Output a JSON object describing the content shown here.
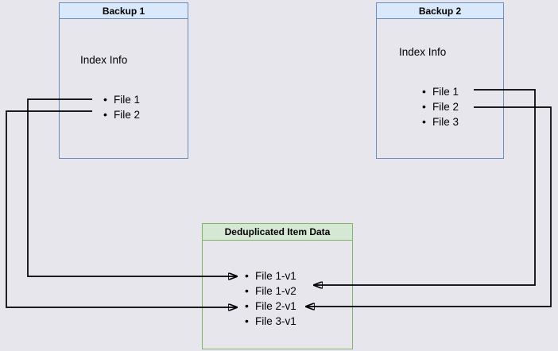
{
  "diagram": {
    "background_color": "#e7e6ec",
    "connector_color": "#000000",
    "text_color": "#000000",
    "boxes": {
      "backup1": {
        "title": "Backup 1",
        "subtitle": "Index Info",
        "items": [
          "File 1",
          "File 2"
        ],
        "header_fill": "#dae8fc",
        "stroke": "#6c8ebf"
      },
      "backup2": {
        "title": "Backup 2",
        "subtitle": "Index Info",
        "items": [
          "File 1",
          "File 2",
          "File 3"
        ],
        "header_fill": "#dae8fc",
        "stroke": "#6c8ebf"
      },
      "dedup": {
        "title": "Deduplicated Item Data",
        "items": [
          "File 1-v1",
          "File 1-v2",
          "File 2-v1",
          "File 3-v1"
        ],
        "header_fill": "#d5e8d4",
        "stroke": "#82b366"
      }
    },
    "connections": [
      {
        "from": "Backup 1 / File 1",
        "to": "Deduplicated Item Data / File 1-v1",
        "direction": "right"
      },
      {
        "from": "Backup 1 / File 2",
        "to": "Deduplicated Item Data / File 2-v1",
        "direction": "right"
      },
      {
        "from": "Backup 2 / File 1",
        "to": "Deduplicated Item Data / File 1-v2",
        "direction": "left"
      },
      {
        "from": "Backup 2 / File 2",
        "to": "Deduplicated Item Data / File 2-v1",
        "direction": "left"
      }
    ]
  }
}
